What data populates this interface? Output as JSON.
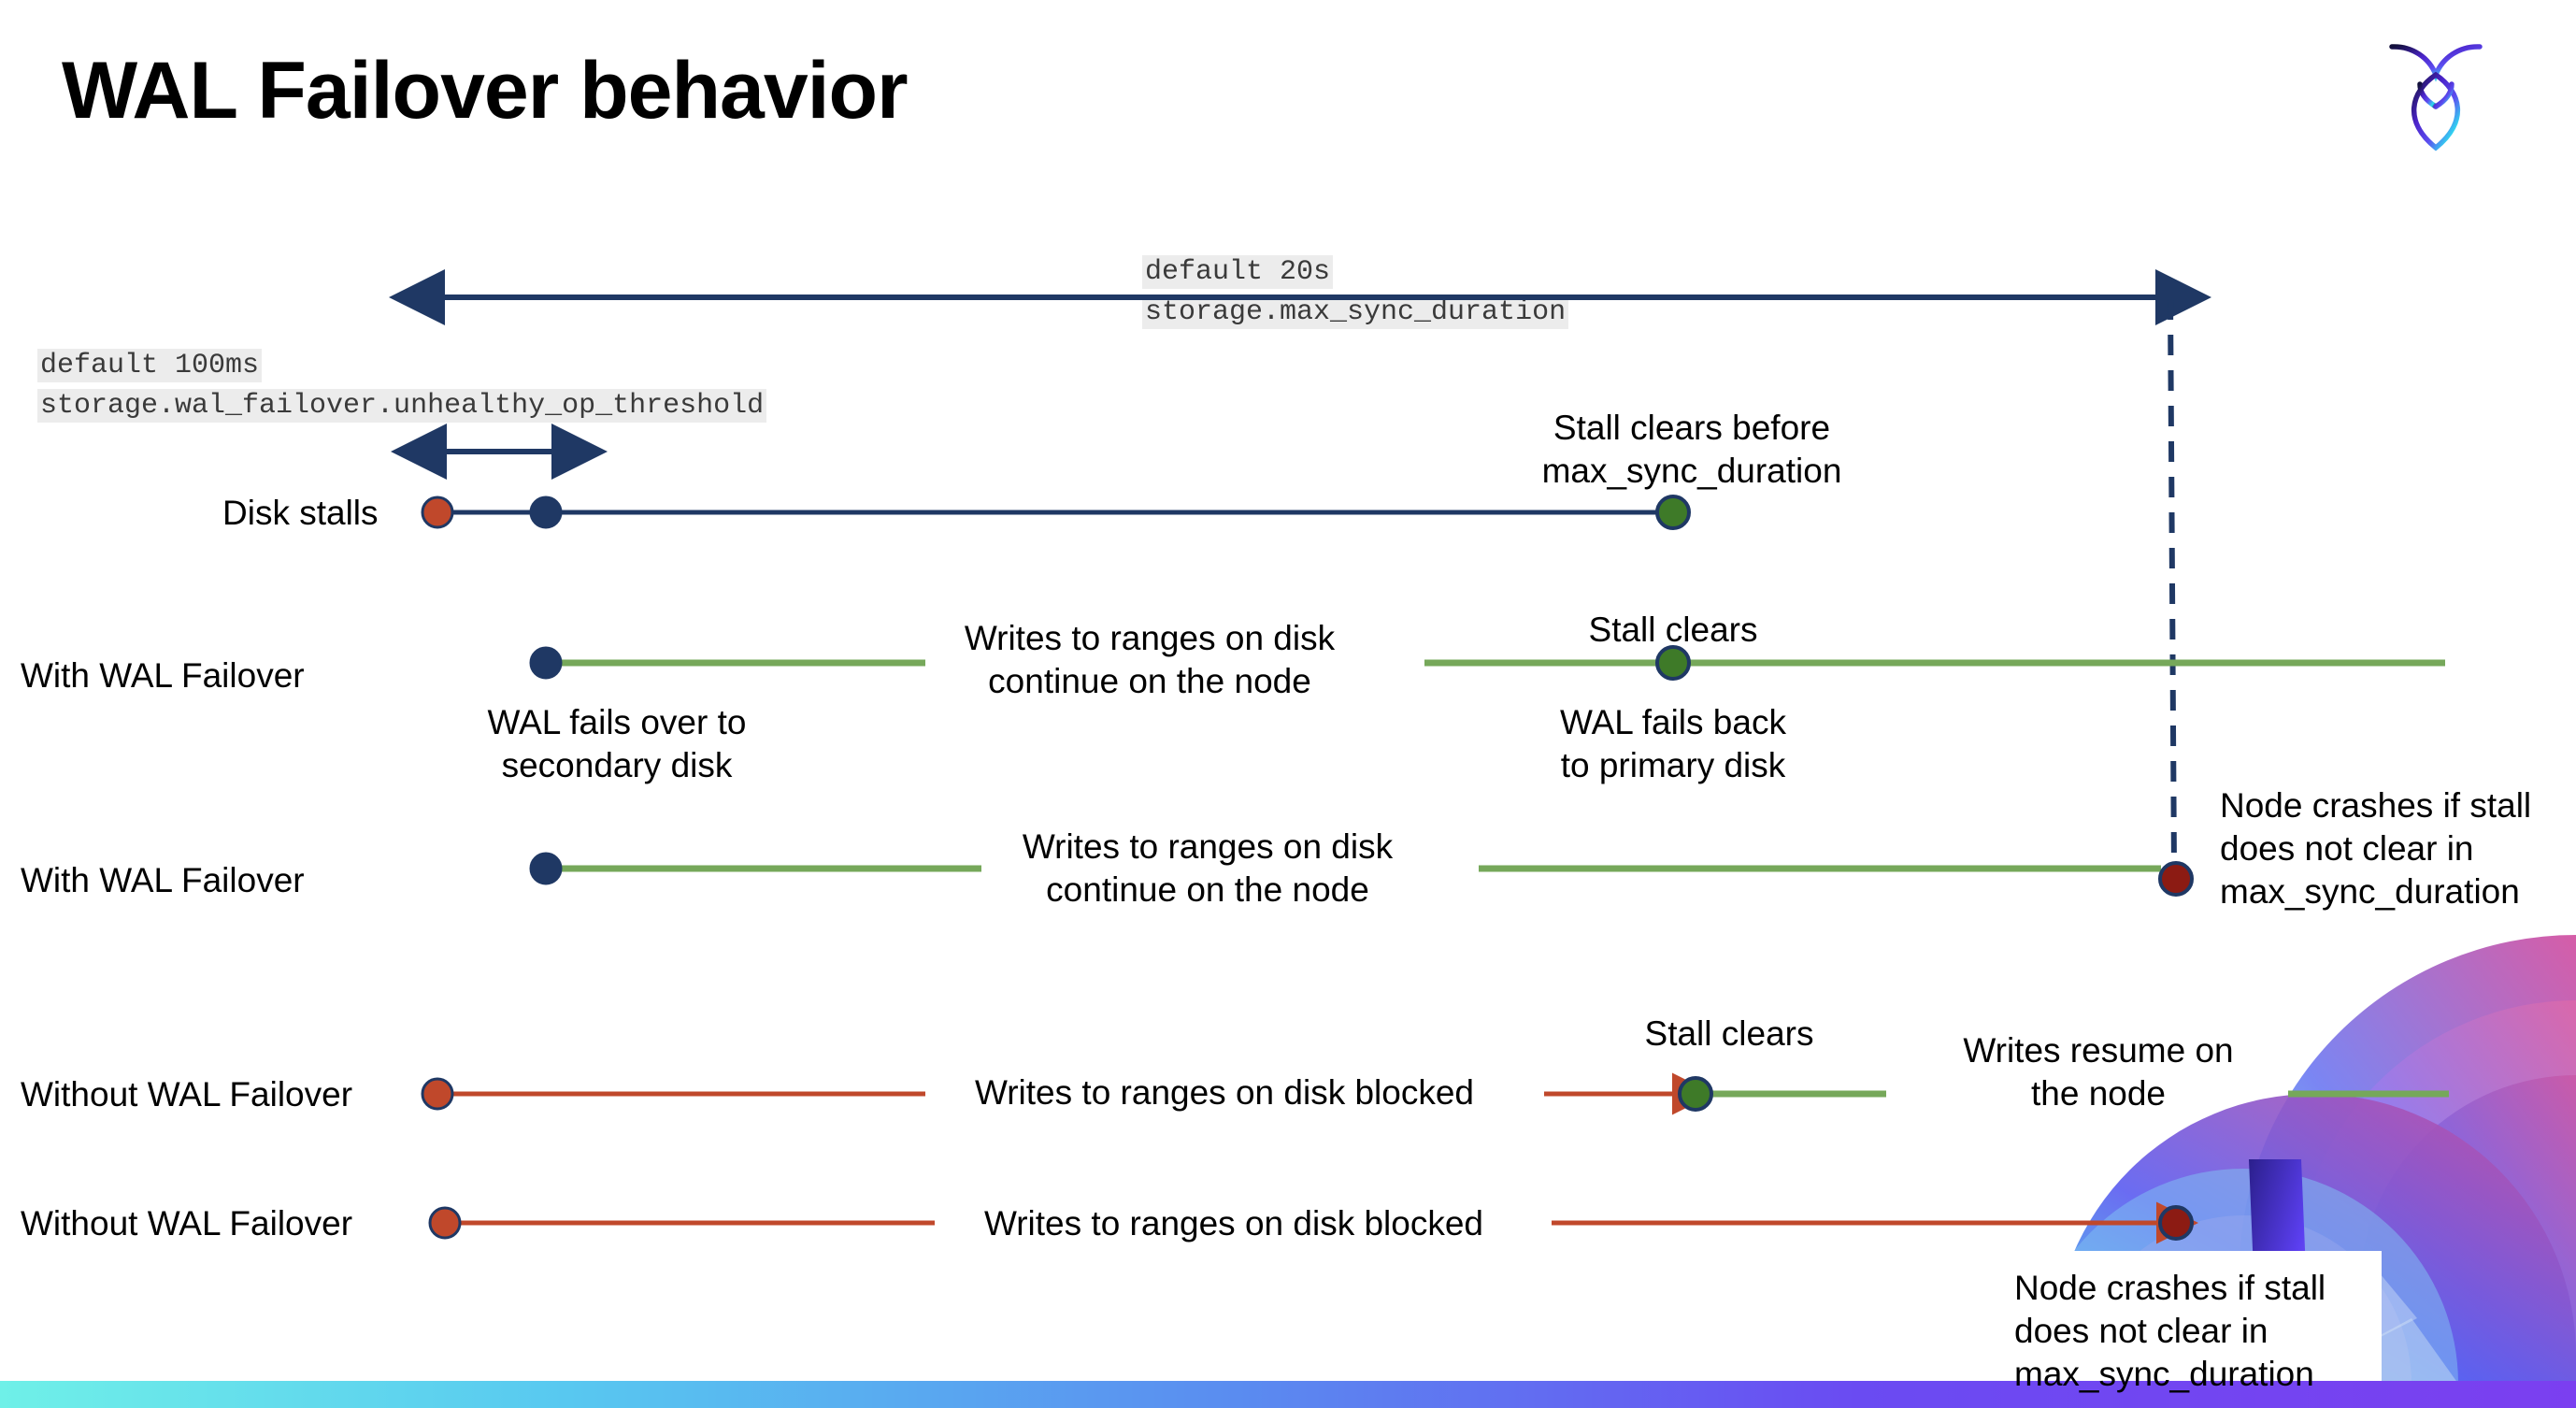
{
  "slide": {
    "title": "WAL Failover behavior",
    "logo_name": "cockroachdb-logo"
  },
  "settings": {
    "max_sync": {
      "default_text": "default 20s",
      "setting_name": "storage.max_sync_duration"
    },
    "unhealthy_op": {
      "default_text": "default 100ms",
      "setting_name": "storage.wal_failover.unhealthy_op_threshold"
    }
  },
  "rows": [
    {
      "label": "Disk stalls",
      "notes": {
        "stall_clears_before": "Stall clears before",
        "stall_clears_before_2": "max_sync_duration"
      }
    },
    {
      "label": "With WAL Failover",
      "notes": {
        "writes_continue_1": "Writes to ranges on disk",
        "writes_continue_2": "continue on the node",
        "failover_1": "WAL fails over to",
        "failover_2": "secondary disk",
        "stall_clears": "Stall clears",
        "failback_1": "WAL fails  back",
        "failback_2": "to primary disk"
      }
    },
    {
      "label": "With WAL Failover",
      "notes": {
        "writes_continue_1": "Writes to ranges on disk",
        "writes_continue_2": "continue on the node",
        "crash_1": "Node crashes if stall",
        "crash_2": "does not clear in",
        "crash_3": "max_sync_duration"
      }
    },
    {
      "label": "Without WAL Failover",
      "notes": {
        "writes_blocked": "Writes to ranges on disk  blocked",
        "stall_clears": "Stall clears",
        "writes_resume_1": "Writes resume on",
        "writes_resume_2": "the node"
      }
    },
    {
      "label": "Without WAL Failover",
      "notes": {
        "writes_blocked": "Writes to ranges on disk  blocked",
        "crash_1": "Node crashes if stall",
        "crash_2": "does not clear in",
        "crash_3": "max_sync_duration"
      }
    }
  ],
  "colors": {
    "navy": "#1F3864",
    "orange": "#C0482B",
    "green_line": "#76A85A",
    "green_dot": "#3E7A28",
    "dark_red": "#8C1B13",
    "code_bg": "#ECECEC",
    "text": "#000000"
  },
  "legend_markers": {
    "stall_start_dot": "orange-dot",
    "failover_dot": "navy-dot",
    "stall_clear_dot": "green-dot",
    "node_crash_dot": "dark-red-dot"
  }
}
